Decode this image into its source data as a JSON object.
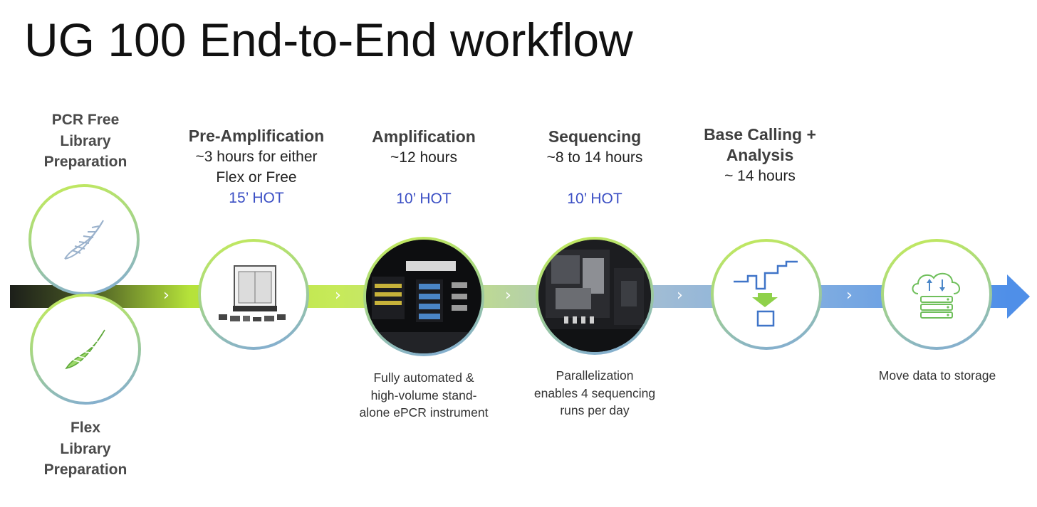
{
  "title": "UG 100 End-to-End workflow",
  "libraries": {
    "pcr_free": [
      "PCR Free",
      "Library",
      "Preparation"
    ],
    "flex": [
      "Flex",
      "Library",
      "Preparation"
    ]
  },
  "stages": [
    {
      "name": [
        "Pre-Amplification"
      ],
      "time": [
        "~3 hours for either",
        "Flex or Free"
      ],
      "hot": "15’ HOT"
    },
    {
      "name": [
        "Amplification"
      ],
      "time": [
        "~12 hours"
      ],
      "hot": "10’ HOT"
    },
    {
      "name": [
        "Sequencing"
      ],
      "time": [
        "~8 to 14 hours"
      ],
      "hot": "10’ HOT"
    },
    {
      "name": [
        "Base Calling +",
        "Analysis"
      ],
      "time": [
        "~ 14 hours"
      ],
      "hot": ""
    }
  ],
  "captions": {
    "amplification": [
      "Fully automated &",
      "high-volume stand-",
      "alone ePCR instrument"
    ],
    "sequencing": [
      "Parallelization",
      "enables 4 sequencing",
      "runs per day"
    ],
    "storage": [
      "Move data to storage"
    ]
  },
  "icons": {
    "pcr_free": "dna-outline-icon",
    "flex": "dna-green-icon",
    "pre_amp": "liquid-handler-instrument-icon",
    "amp": "epcr-instrument-icon",
    "seq": "sequencer-instrument-icon",
    "analysis": "signal-to-base-icon",
    "storage": "cloud-storage-icon",
    "chevron": "›"
  },
  "colors": {
    "hot": "#3b4fc4",
    "ring_green": "#c6ec58",
    "ring_blue": "#7fa8dc",
    "arrow_blue": "#5a93e8"
  }
}
